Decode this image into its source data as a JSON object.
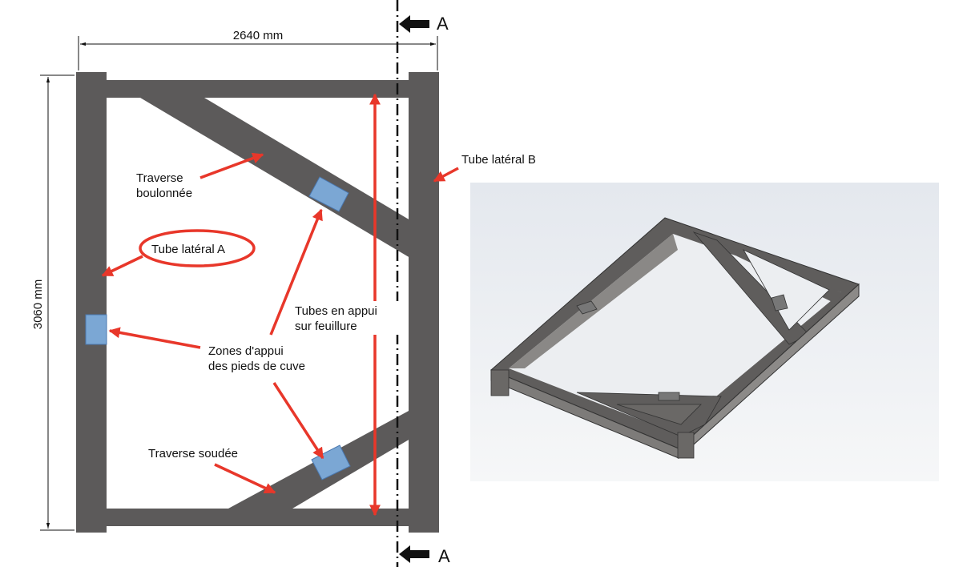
{
  "dimensions": {
    "width_label": "2640 mm",
    "height_label": "3060 mm"
  },
  "section": {
    "top_label": "A",
    "bottom_label": "A"
  },
  "labels": {
    "traverse_boulonnee": [
      "Traverse",
      "boulonnée"
    ],
    "tube_lateral_a": "Tube latéral A",
    "tube_lateral_b": "Tube latéral B",
    "tubes_appui": [
      "Tubes en appui",
      "sur feuillure"
    ],
    "zones_appui": [
      "Zones d'appui",
      "des pieds de cuve"
    ],
    "traverse_soudee": "Traverse soudée"
  },
  "colors": {
    "frame": "#5c5a5a",
    "pad": "#7ba7d4",
    "annotation": "#e8372a",
    "render_bg": "#eef0f3"
  }
}
